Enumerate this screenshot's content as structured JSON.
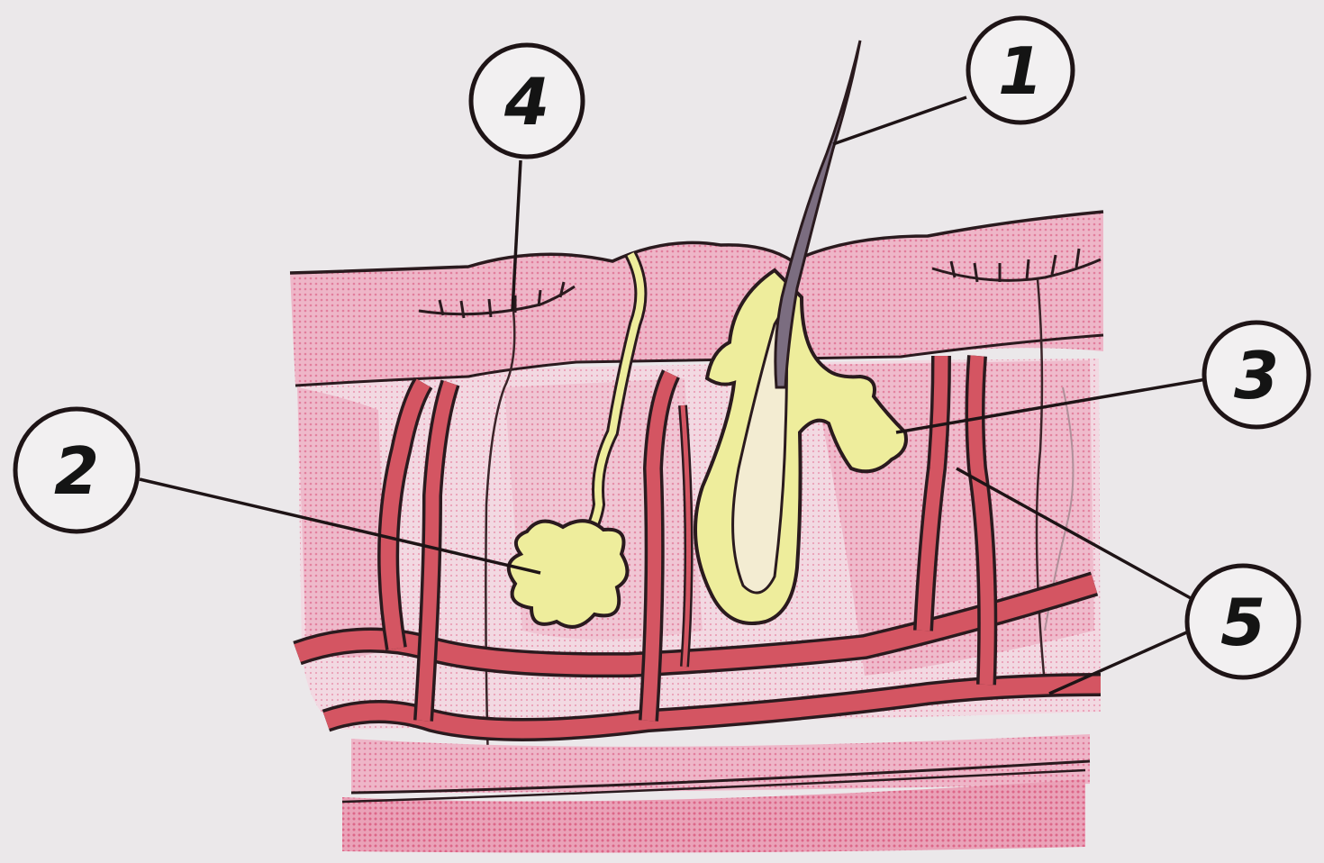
{
  "callouts": [
    {
      "id": "1",
      "label": "1"
    },
    {
      "id": "2",
      "label": "2"
    },
    {
      "id": "3",
      "label": "3"
    },
    {
      "id": "4",
      "label": "4"
    },
    {
      "id": "5",
      "label": "5"
    }
  ],
  "colors": {
    "background": "#ebe8ea",
    "skin_pink": "#ecb3c6",
    "skin_light": "#f1d3de",
    "vessel_red": "#d24f5c",
    "gland_yellow": "#eeed9c",
    "outline": "#1e1416"
  }
}
